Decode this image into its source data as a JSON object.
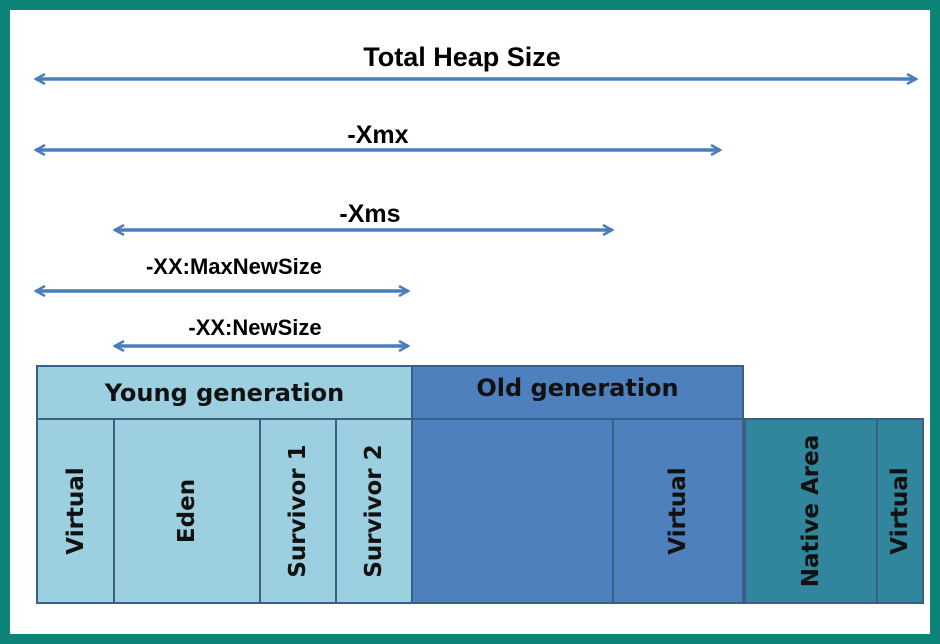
{
  "arrows": {
    "total_heap_size": "Total Heap Size",
    "xmx": "-Xmx",
    "xms": "-Xms",
    "max_new_size": "-XX:MaxNewSize",
    "new_size": "-XX:NewSize"
  },
  "generations": {
    "young": {
      "label": "Young generation",
      "cells": [
        "Virtual",
        "Eden",
        "Survivor 1",
        "Survivor 2"
      ]
    },
    "old": {
      "label": "Old generation",
      "cells": [
        "",
        "Virtual"
      ]
    },
    "native": {
      "cells": [
        "Native Area",
        "Virtual"
      ]
    }
  },
  "colors": {
    "border": "#0c8478",
    "arrow": "#4a7ebb",
    "young": "#9ccfe0",
    "old": "#4e80bd",
    "native": "#31859c"
  }
}
